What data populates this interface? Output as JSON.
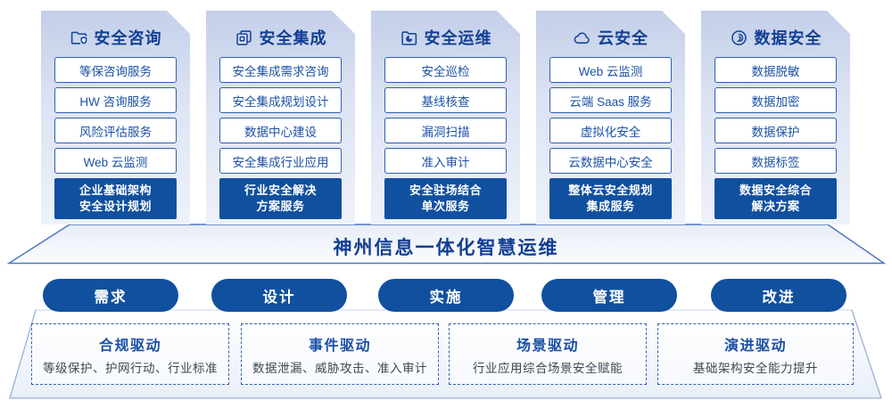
{
  "platform": {
    "title": "神州信息一体化智慧运维"
  },
  "columns": [
    {
      "title": "安全咨询",
      "icon": "folder-shield-icon",
      "items": [
        "等保咨询服务",
        "HW 咨询服务",
        "风险评估服务",
        "Web 云监测"
      ],
      "highlight": [
        "企业基础架构",
        "安全设计规划"
      ]
    },
    {
      "title": "安全集成",
      "icon": "documents-icon",
      "items": [
        "安全集成需求咨询",
        "安全集成规划设计",
        "数据中心建设",
        "安全集成行业应用"
      ],
      "highlight": [
        "行业安全解决",
        "方案服务"
      ]
    },
    {
      "title": "安全运维",
      "icon": "folder-clock-icon",
      "items": [
        "安全巡检",
        "基线核查",
        "漏洞扫描",
        "准入审计"
      ],
      "highlight": [
        "安全驻场结合",
        "单次服务"
      ]
    },
    {
      "title": "云安全",
      "icon": "cloud-icon",
      "items": [
        "Web 云监测",
        "云端 Saas 服务",
        "虚拟化安全",
        "云数据中心安全"
      ],
      "highlight": [
        "整体云安全规划",
        "集成服务"
      ]
    },
    {
      "title": "数据安全",
      "icon": "fingerprint-icon",
      "items": [
        "数据脱敏",
        "数据加密",
        "数据保护",
        "数据标签"
      ],
      "highlight": [
        "数据安全综合",
        "解决方案"
      ]
    }
  ],
  "process_steps": [
    {
      "label": "需求"
    },
    {
      "label": "设计"
    },
    {
      "label": "实施"
    },
    {
      "label": "管理"
    },
    {
      "label": "改进"
    }
  ],
  "drivers": [
    {
      "title": "合规驱动",
      "desc": "等级保护、护网行动、行业标准"
    },
    {
      "title": "事件驱动",
      "desc": "数据泄漏、威胁攻击、准入审计"
    },
    {
      "title": "场景驱动",
      "desc": "行业应用综合场景安全赋能"
    },
    {
      "title": "演进驱动",
      "desc": "基础架构安全能力提升"
    }
  ],
  "colors": {
    "primary_blue": "#11509f",
    "title_navy": "#123f94",
    "item_text": "#1d52a8",
    "box_border": "#2f5fae",
    "desc_gray": "#3f4856",
    "panel_top": "#c3cfe9",
    "panel_bottom": "#eef2fa"
  }
}
